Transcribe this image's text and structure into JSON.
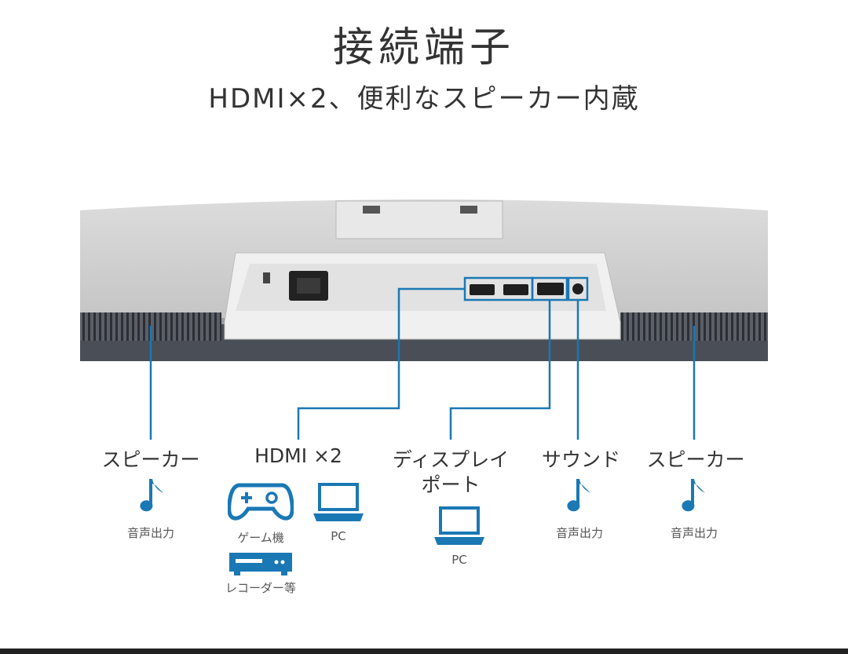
{
  "header": {
    "title": "接続端子",
    "subtitle": "HDMI×2、便利なスピーカー内蔵"
  },
  "colors": {
    "accent": "#1a78b4",
    "text": "#333333"
  },
  "ports": [
    {
      "label": "スピーカー",
      "sub": "音声出力",
      "icon": "music-note-icon"
    },
    {
      "label": "HDMI ×2",
      "devices": [
        {
          "sub": "ゲーム機",
          "icon": "gamepad-icon"
        },
        {
          "sub": "PC",
          "icon": "laptop-icon"
        },
        {
          "sub": "レコーダー等",
          "icon": "recorder-icon"
        }
      ]
    },
    {
      "label": "ディスプレイ",
      "label2": "ポート",
      "sub": "PC",
      "icon": "laptop-icon"
    },
    {
      "label": "サウンド",
      "sub": "音声出力",
      "icon": "music-note-icon"
    },
    {
      "label": "スピーカー",
      "sub": "音声出力",
      "icon": "music-note-icon"
    }
  ]
}
